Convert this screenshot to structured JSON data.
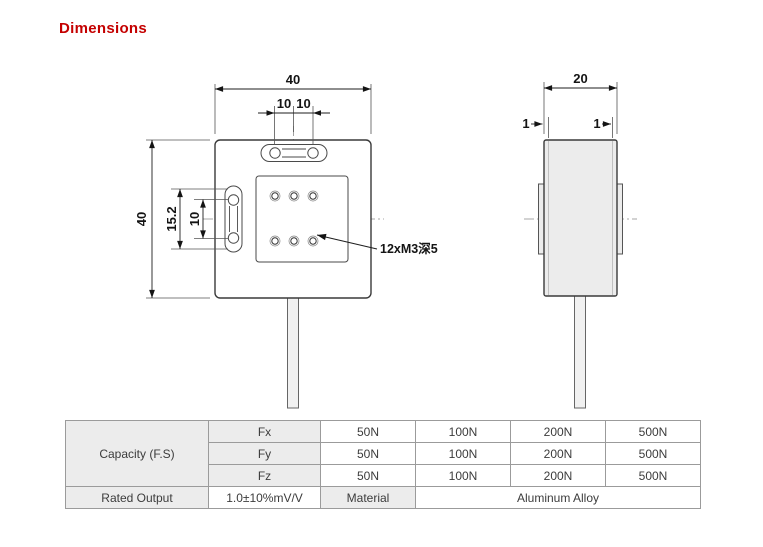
{
  "page": {
    "heading": "Dimensions"
  },
  "colors": {
    "accent": "#c40000",
    "drawing_line": "#3a3a3a",
    "table_header_bg": "#ececec",
    "table_border": "#9b9b9b"
  },
  "drawing": {
    "front": {
      "width_dim": "40",
      "height_dim": "40",
      "top_inner_left_dim": "10",
      "top_inner_right_dim": "10",
      "slot_span_dim": "15.2",
      "hole_row_dim": "10",
      "thread_callout": "12xM3深5"
    },
    "side": {
      "width_dim": "20",
      "left_wall_dim": "1",
      "right_wall_dim": "1"
    }
  },
  "spec_table": {
    "capacity_label": "Capacity (F.S)",
    "capacity_rows": [
      {
        "axis": "Fx",
        "values": [
          "50N",
          "100N",
          "200N",
          "500N"
        ]
      },
      {
        "axis": "Fy",
        "values": [
          "50N",
          "100N",
          "200N",
          "500N"
        ]
      },
      {
        "axis": "Fz",
        "values": [
          "50N",
          "100N",
          "200N",
          "500N"
        ]
      }
    ],
    "rated_output_label": "Rated Output",
    "rated_output_value": "1.0±10%mV/V",
    "material_label": "Material",
    "material_value": "Aluminum Alloy"
  }
}
